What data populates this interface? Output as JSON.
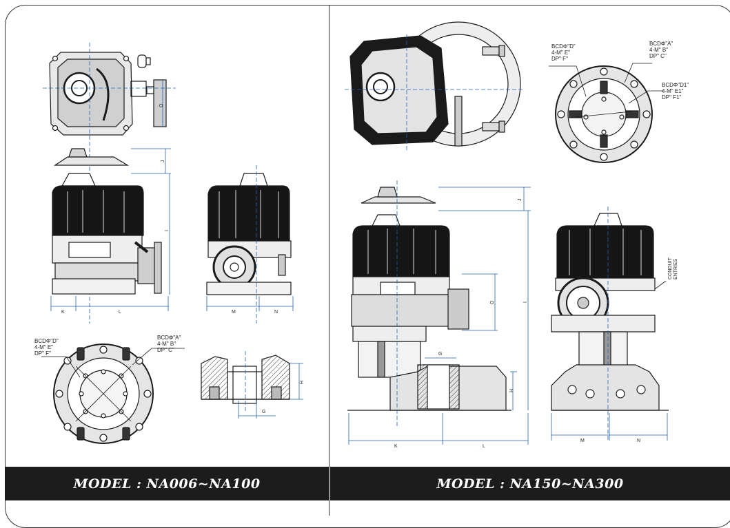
{
  "left_panel": {
    "model_title": "MODEL : NA006~NA100",
    "dims": {
      "O": "O",
      "J": "J",
      "I": "I",
      "K": "K",
      "L": "L",
      "M": "M",
      "N": "N",
      "H": "H",
      "G": "G"
    },
    "bcd_d": [
      "BCDΦ\"D\"",
      "4-M\" E\"",
      "DP\" F\""
    ],
    "bcd_a": [
      "BCDΦ\"A\"",
      "4-M\" B\"",
      "DP\" C\""
    ]
  },
  "right_panel": {
    "model_title": "MODEL : NA150~NA300",
    "dims": {
      "J": "J",
      "I": "I",
      "O": "O",
      "G": "G",
      "H": "H",
      "K": "K",
      "L": "L",
      "M": "M",
      "N": "N"
    },
    "bcd_d": [
      "BCDΦ\"D\"",
      "4-M\" E\"",
      "DP\" F\""
    ],
    "bcd_a": [
      "BCDΦ\"A\"",
      "4-M\" B\"",
      "DP\" C\""
    ],
    "bcd_d1": [
      "BCDΦ\"D1\"",
      "4-M\" E1\"",
      "DP\" F1\""
    ],
    "conduit": [
      "CONDUIT",
      "ENTRIES"
    ]
  },
  "colors": {
    "line": "#1a1a1a",
    "dim_blue": "#1f5fb0",
    "bar": "#1c1c1c"
  }
}
